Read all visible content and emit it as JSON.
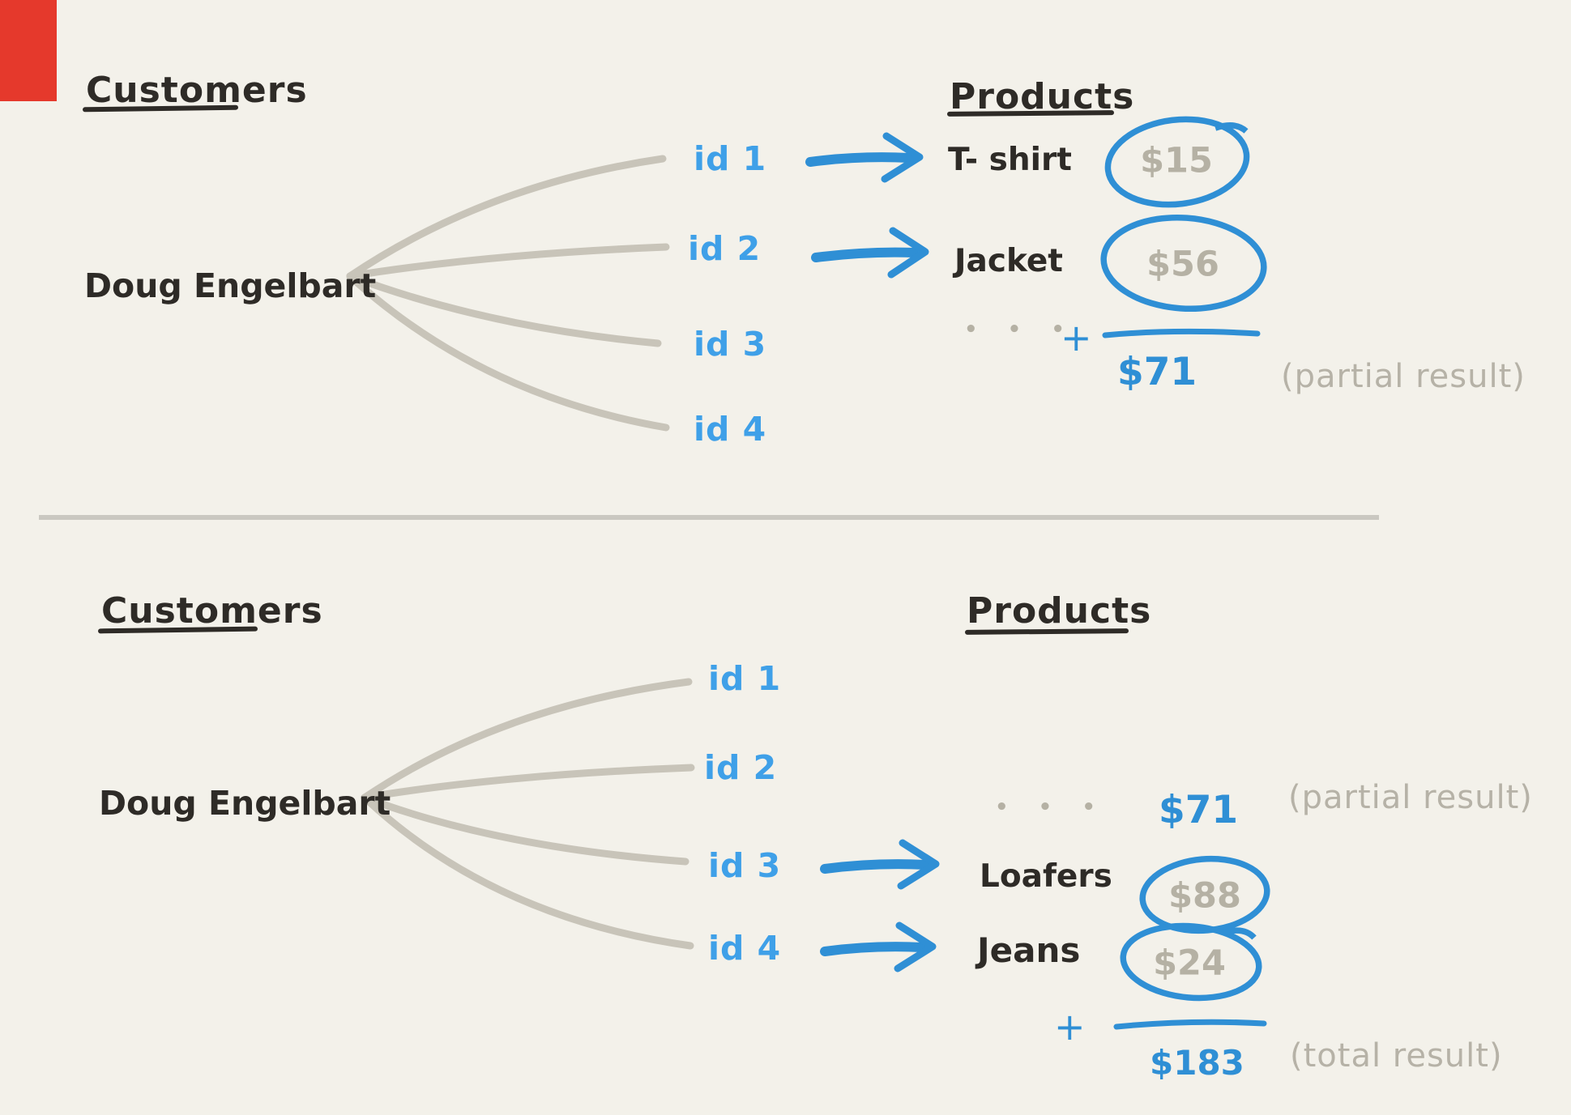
{
  "colors": {
    "bg": "#f3f1ea",
    "ink": "#2e2b27",
    "blue": "#2f8fd5",
    "blue_light": "#3fa0e8",
    "price_gray": "#b5b1a4",
    "note_gray": "#b6b2a7",
    "line_gray": "#c8c4b9",
    "divider": "#cac8c1",
    "red_marker": "#e5392c"
  },
  "top_panel": {
    "customers_heading": "Customers",
    "products_heading": "Products",
    "customer_name": "Doug Engelbart",
    "ids": [
      "id 1",
      "id 2",
      "id 3",
      "id 4"
    ],
    "mappings": [
      {
        "id": "id 1",
        "product": "T- shirt",
        "price": "$15"
      },
      {
        "id": "id 2",
        "product": "Jacket",
        "price": "$56"
      }
    ],
    "ellipsis": "• • •",
    "plus_sign": "+",
    "partial_sum": "$71",
    "partial_note": "(partial result)"
  },
  "bottom_panel": {
    "customers_heading": "Customers",
    "products_heading": "Products",
    "customer_name": "Doug Engelbart",
    "ids": [
      "id 1",
      "id 2",
      "id 3",
      "id 4"
    ],
    "ellipsis": "• • •",
    "carried_partial_sum": "$71",
    "partial_note": "(partial result)",
    "mappings": [
      {
        "id": "id 3",
        "product": "Loafers",
        "price": "$88"
      },
      {
        "id": "id 4",
        "product": "Jeans",
        "price": "$24"
      }
    ],
    "plus_sign": "+",
    "total_sum": "$183",
    "total_note": "(total result)"
  }
}
